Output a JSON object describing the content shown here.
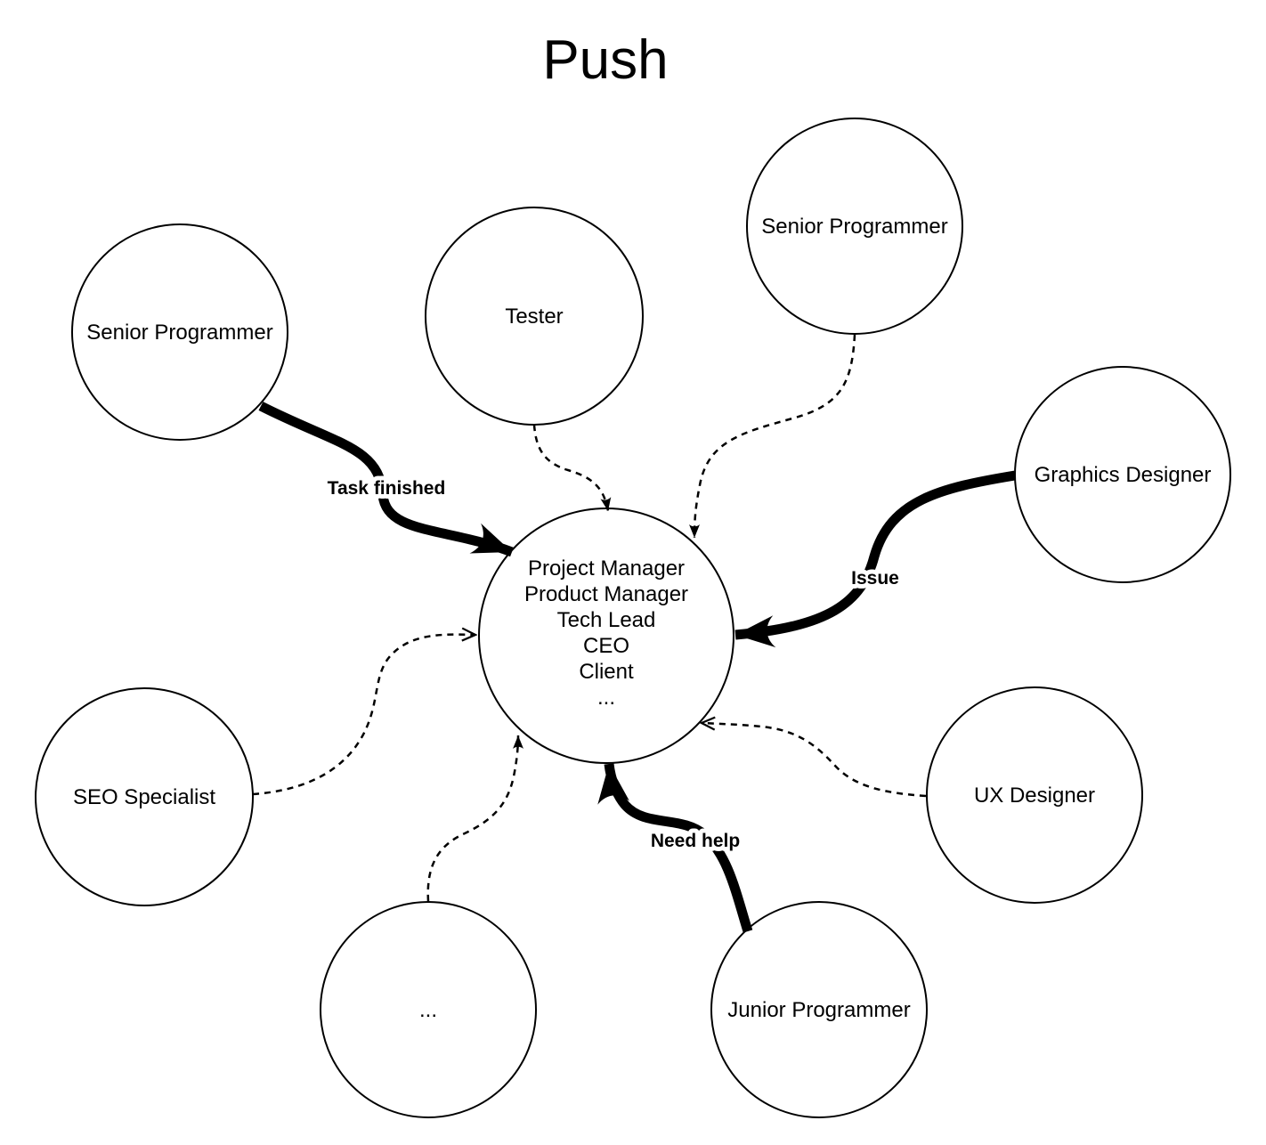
{
  "title": "Push",
  "diagram": {
    "center_node": {
      "lines": [
        "Project Manager",
        "Product Manager",
        "Tech Lead",
        "CEO",
        "Client",
        "..."
      ]
    },
    "nodes": [
      {
        "id": "senior-programmer-left",
        "label": "Senior Programmer"
      },
      {
        "id": "tester",
        "label": "Tester"
      },
      {
        "id": "senior-programmer-top",
        "label": "Senior Programmer"
      },
      {
        "id": "graphics-designer",
        "label": "Graphics Designer"
      },
      {
        "id": "ux-designer",
        "label": "UX Designer"
      },
      {
        "id": "junior-programmer",
        "label": "Junior Programmer"
      },
      {
        "id": "more-roles",
        "label": "..."
      },
      {
        "id": "seo-specialist",
        "label": "SEO Specialist"
      }
    ],
    "edges": [
      {
        "from": "senior-programmer-left",
        "to": "center",
        "style": "solid-thick",
        "label": "Task finished"
      },
      {
        "from": "tester",
        "to": "center",
        "style": "dashed",
        "label": ""
      },
      {
        "from": "senior-programmer-top",
        "to": "center",
        "style": "dashed",
        "label": ""
      },
      {
        "from": "graphics-designer",
        "to": "center",
        "style": "solid-thick",
        "label": "Issue"
      },
      {
        "from": "ux-designer",
        "to": "center",
        "style": "dashed",
        "label": ""
      },
      {
        "from": "junior-programmer",
        "to": "center",
        "style": "solid-thick",
        "label": "Need help"
      },
      {
        "from": "more-roles",
        "to": "center",
        "style": "dashed",
        "label": ""
      },
      {
        "from": "seo-specialist",
        "to": "center",
        "style": "dashed",
        "label": ""
      }
    ]
  },
  "colors": {
    "ink": "#000000",
    "background": "#ffffff"
  }
}
